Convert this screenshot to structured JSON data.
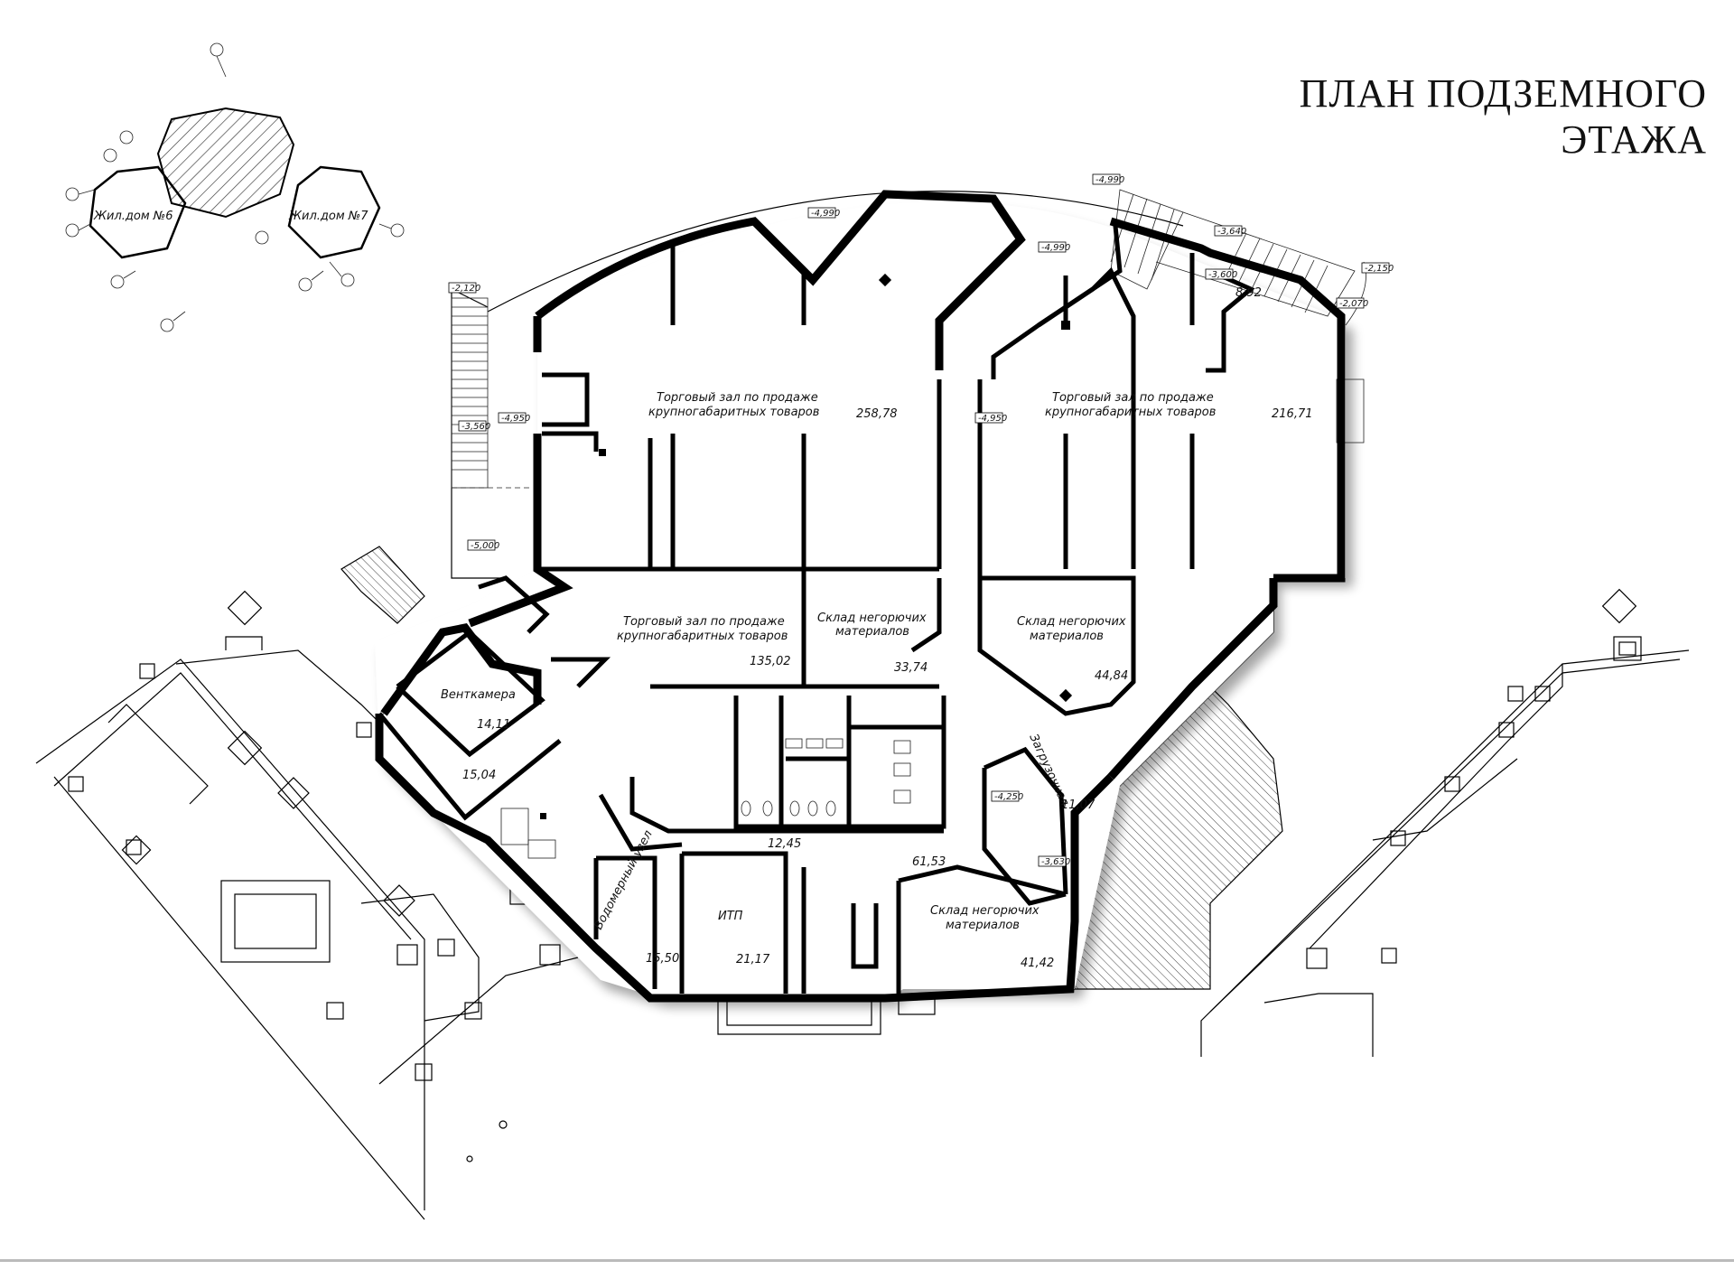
{
  "title": "ПЛАН ПОДЗЕМНОГО ЭТАЖА",
  "key_plan": {
    "house_6": "Жил.дом №6",
    "house_7": "Жил.дом №7"
  },
  "rooms": [
    {
      "id": "hall-1",
      "name_line1": "Торговый зал по продаже",
      "name_line2": "крупногабаритных товаров",
      "area": "258,78"
    },
    {
      "id": "hall-2",
      "name_line1": "Торговый зал по продаже",
      "name_line2": "крупногабаритных товаров",
      "area": "216,71"
    },
    {
      "id": "hall-3",
      "name_line1": "Торговый зал по продаже",
      "name_line2": "крупногабаритных товаров",
      "area": "135,02"
    },
    {
      "id": "store-1",
      "name_line1": "Склад негорючих",
      "name_line2": "материалов",
      "area": "33,74"
    },
    {
      "id": "store-2",
      "name_line1": "Склад негорючих",
      "name_line2": "материалов",
      "area": "44,84"
    },
    {
      "id": "store-3",
      "name_line1": "Склад негорючих",
      "name_line2": "материалов",
      "area": "41,42"
    },
    {
      "id": "vent",
      "name_line1": "Венткамера",
      "area": "14,11"
    },
    {
      "id": "itp",
      "name_line1": "ИТП",
      "area": "21,17"
    },
    {
      "id": "loading",
      "name_line1": "Загрузочная",
      "area": "11,07"
    },
    {
      "id": "water",
      "name_line1": "Водомерный узел",
      "area": "15,50"
    }
  ],
  "areas_other": [
    "8,92",
    "15,04",
    "12,45",
    "61,53"
  ],
  "levels": [
    "-2,120",
    "-4,990",
    "-4,990",
    "-4,990",
    "-3,640",
    "-3,600",
    "-2,150",
    "-2,070",
    "-4,950",
    "-4,950",
    "-3,560",
    "-5,000",
    "-4,250",
    "-3,630"
  ]
}
